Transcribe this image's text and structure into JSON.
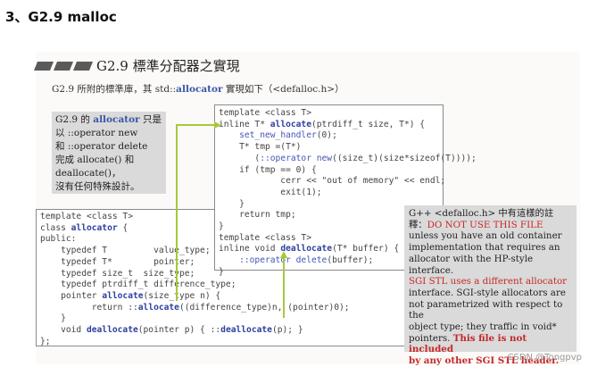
{
  "heading": "3、G2.9 malloc",
  "book": {
    "section_title": "G2.9 標準分配器之實現",
    "intro": {
      "before": "G2.9 所附的標準庫，其 std::",
      "highlight": "allocator",
      "after": " 實現如下（<defalloc.h>）"
    },
    "note_box": {
      "line1_before": "G2.9 的 ",
      "line1_highlight": "allocator",
      "line1_after": " 只是",
      "line2": "以 ::operator new",
      "line3": "和 ::operator delete",
      "line4": "完成 allocate() 和",
      "line5": "deallocate()，",
      "line6": "沒有任何特殊設計。"
    },
    "code_right": {
      "l1": "template <class T>",
      "l2_a": "inline T* ",
      "l2_fn": "allocate",
      "l2_b": "(ptrdiff_t size, T*) {",
      "l3_a": "    ",
      "l3_fn": "set_new_handler",
      "l3_b": "(0);",
      "l4": "    T* tmp =(T*)",
      "l5_a": "       (",
      "l5_kw": "::operator new",
      "l5_b": "((size_t)(size*sizeof(T))));",
      "l6": "    if (tmp == 0) {",
      "l7": "            cerr << \"out of memory\" << endl;",
      "l8": "            exit(1);",
      "l9": "    }",
      "l10": "    return tmp;",
      "l11": "}",
      "l12": "template <class T>",
      "l13_a": "inline void ",
      "l13_fn": "deallocate",
      "l13_b": "(T* buffer) {",
      "l14_a": "    ",
      "l14_kw": "::operator delete",
      "l14_b": "(buffer);",
      "l15": "}"
    },
    "code_left": {
      "l1": "template <class T>",
      "l2_a": "class ",
      "l2_fn": "allocator",
      "l2_b": " {",
      "l3": "public:",
      "l4": "    typedef T         value_type;",
      "l5": "    typedef T*        pointer;",
      "l6": "    typedef size_t  size_type;",
      "l7": "    typedef ptrdiff_t difference_type;",
      "l8_a": "    pointer ",
      "l8_fn": "allocate",
      "l8_b": "(size_type n) {",
      "l9_a": "          return ::",
      "l9_fn": "allocate",
      "l9_b": "((difference_type)n, (pointer)0);",
      "l10": "    }",
      "l11_a": "    void ",
      "l11_fn": "deallocate",
      "l11_b": "(pointer p) { ::",
      "l11_fn2": "deallocate",
      "l11_c": "(p); }",
      "l12": "};"
    },
    "gray_note": {
      "l1": "G++ <defalloc.h> 中有這樣的註",
      "l2_a": "釋：",
      "l2_red": "DO NOT USE THIS FILE",
      "l3": "unless you have an old container",
      "l4": "implementation that requires an",
      "l5": "allocator with the HP-style interface.",
      "l6": "SGI STL uses a different allocator",
      "l7": "interface.  SGI-style allocators are",
      "l8": "not parametrized with respect to the",
      "l9": "object type; they traffic in void*",
      "l10_a": "pointers.  ",
      "l10_red": "This file is not included",
      "l11": "by any other SGI STL header."
    }
  },
  "watermark": "CSDN @Tongpvp",
  "colors": {
    "arrow": "#a6c83a",
    "keyword": "#4456b6",
    "highlight": "#3a55a8",
    "note_red": "#c62828",
    "note_bg": "#dadada"
  }
}
